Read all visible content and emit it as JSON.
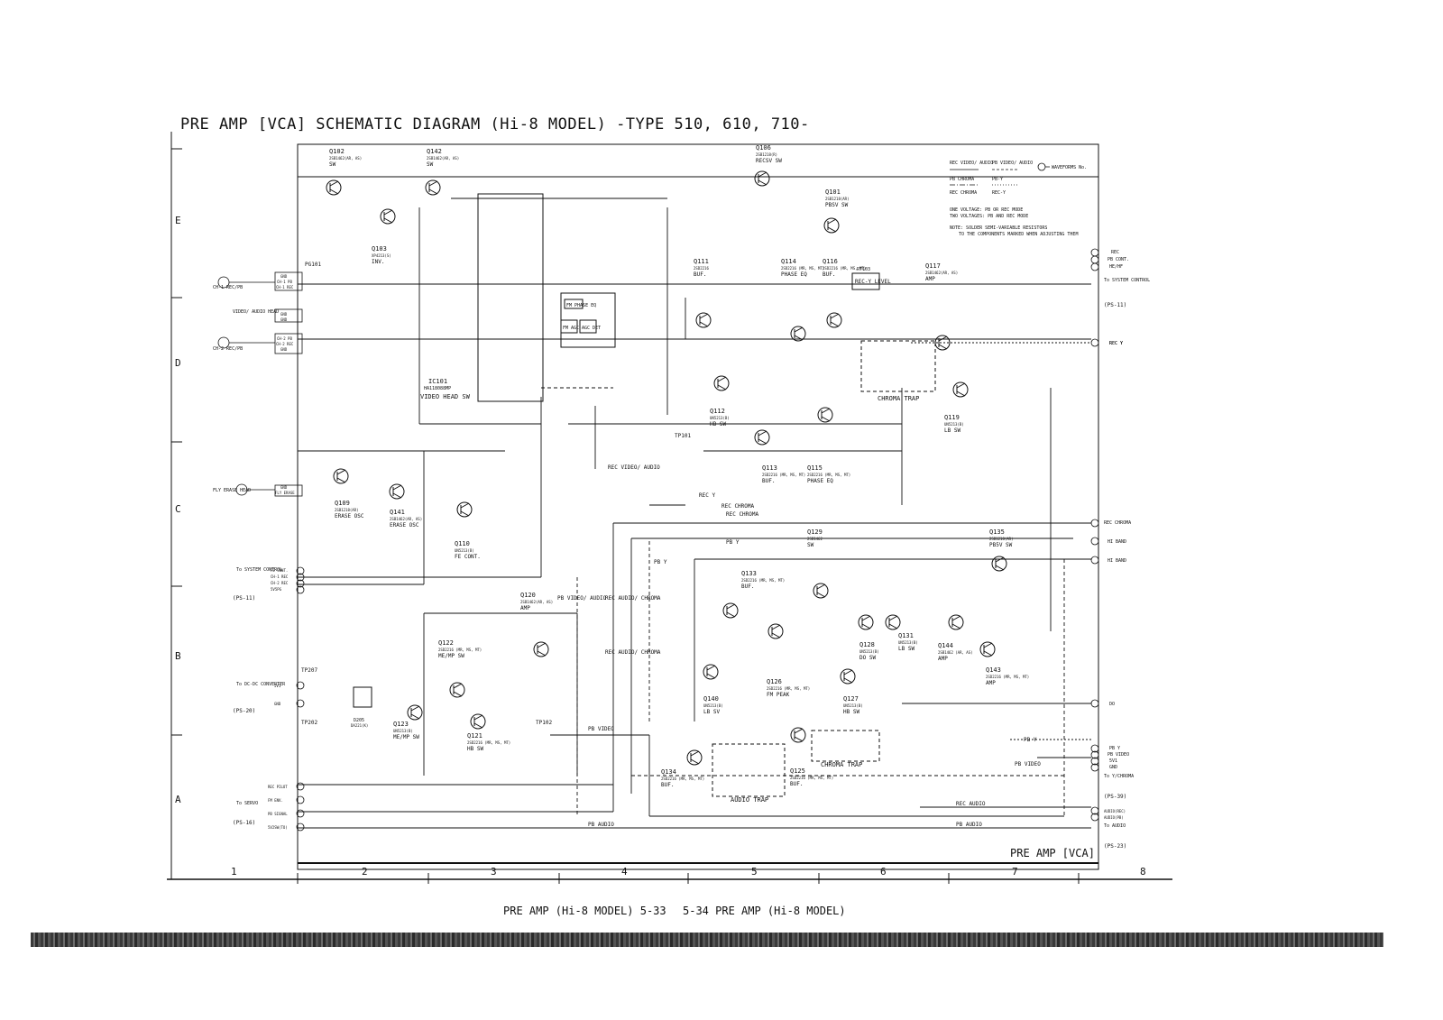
{
  "title": "PRE AMP [VCA] SCHEMATIC DIAGRAM (Hi-8 MODEL) -TYPE 510, 610, 710-",
  "footer": {
    "left": "PRE AMP (Hi-8 MODEL)   5-33",
    "right": "5-34   PRE AMP (Hi-8 MODEL)"
  },
  "board_label": "PRE AMP [VCA]",
  "grid_cols": [
    "1",
    "2",
    "3",
    "4",
    "5",
    "6",
    "7",
    "8"
  ],
  "grid_rows": [
    "E",
    "D",
    "C",
    "B",
    "A"
  ],
  "legend": {
    "rec_video": "REC VIDEO/ AUDIO",
    "pb_video": "PB VIDEO/ AUDIO",
    "pb_chroma": "PB CHROMA",
    "pb_y": "PB-Y",
    "rec_chroma": "REC CHROMA",
    "rec_y": "REC-Y",
    "waveforms": "WAVEFORMS No.",
    "note1": "ONE VOLTAGE: PB OR REC MODE",
    "note2": "TWO VOLTAGES: PB AND REC MODE",
    "note3": "NOTE: SOLDER SEMI-VARIABLE RESISTORS",
    "note4": "TO THE COMPONENTS MARKED WHEN ADJUSTING THEM"
  },
  "transistors": [
    {
      "ref": "Q102",
      "part": "2SB1462(AR, AS)",
      "fn": "SW"
    },
    {
      "ref": "Q142",
      "part": "2SB1462(AR, AS)",
      "fn": "SW"
    },
    {
      "ref": "Q103",
      "part": "XP4213(S)",
      "fn": "INV."
    },
    {
      "ref": "Q106",
      "part": "2SB1218(R)",
      "fn": "RECSV SW"
    },
    {
      "ref": "Q101",
      "part": "2SB1218(AR)",
      "fn": "PBSV SW"
    },
    {
      "ref": "Q111",
      "part": "2SD2216",
      "fn": "BUF."
    },
    {
      "ref": "Q114",
      "part": "2SD2216 (MR, MS, MT)",
      "fn": "PHASE EQ"
    },
    {
      "ref": "Q116",
      "part": "2SD2216 (MR, MS, MT)",
      "fn": "BUF."
    },
    {
      "ref": "Q117",
      "part": "2SB1462(AR, AS)",
      "fn": "AMP"
    },
    {
      "ref": "Q112",
      "part": "UN5213(B)",
      "fn": "HB SW"
    },
    {
      "ref": "Q113",
      "part": "2SD2216 (MR, MS, MT)",
      "fn": "BUF."
    },
    {
      "ref": "Q115",
      "part": "2SD2216 (MR, MS, MT)",
      "fn": "PHASE EQ"
    },
    {
      "ref": "Q119",
      "part": "UN5213(B)",
      "fn": "LB SW"
    },
    {
      "ref": "Q109",
      "part": "2SB1218(AR)",
      "fn": "ERASE OSC"
    },
    {
      "ref": "Q141",
      "part": "2SB1462(AR, AS)",
      "fn": "ERASE OSC"
    },
    {
      "ref": "Q110",
      "part": "UN5213(B)",
      "fn": "FE CONT."
    },
    {
      "ref": "Q120",
      "part": "2SB1462(AR, AS)",
      "fn": "AMP"
    },
    {
      "ref": "Q122",
      "part": "2SD2216 (MR, MS, MT)",
      "fn": "ME/MP SW"
    },
    {
      "ref": "Q123",
      "part": "UN5213(B)",
      "fn": "ME/MP SW"
    },
    {
      "ref": "Q121",
      "part": "2SD2216 (MR, MS, MT)",
      "fn": "HB SW"
    },
    {
      "ref": "Q129",
      "part": "2SB1462",
      "fn": "SW"
    },
    {
      "ref": "Q133",
      "part": "2SD2216 (MR, MS, MT)",
      "fn": "BUF."
    },
    {
      "ref": "Q128",
      "part": "UN5213(B)",
      "fn": "DO SW"
    },
    {
      "ref": "Q131",
      "part": "UN5213(B)",
      "fn": "LB SW"
    },
    {
      "ref": "Q140",
      "part": "UN5213(B)",
      "fn": "LB SV"
    },
    {
      "ref": "Q126",
      "part": "2SD2216 (MR, MS, MT)",
      "fn": "FM PEAK"
    },
    {
      "ref": "Q127",
      "part": "UN5213(B)",
      "fn": "HB SW"
    },
    {
      "ref": "Q135",
      "part": "2SB1218(AR)",
      "fn": "PB5V SW"
    },
    {
      "ref": "Q144",
      "part": "2SB1462 (AR, AS)",
      "fn": "AMP"
    },
    {
      "ref": "Q143",
      "part": "2SD2216 (MR, MS, MT)",
      "fn": "AMP"
    },
    {
      "ref": "Q134",
      "part": "2SD2216 (MR, MS, MT)",
      "fn": "BUF."
    },
    {
      "ref": "Q125",
      "part": "2SD2216 (MR, MS, MT)",
      "fn": "BUF."
    }
  ],
  "ic": {
    "ref": "IC101",
    "part": "HA118088MP",
    "fn": "VIDEO HEAD SW"
  },
  "blocks": {
    "chroma_trap": "CHROMA TRAP",
    "chroma_trap2": "CHROMA TRAP",
    "audio_trap": "AUDIO TRAP",
    "recy_level": "REC-Y LEVEL",
    "rt103": "RT103",
    "fm_phase": "FM PHASE EQ",
    "fm_agc": "FM AGC",
    "agc_det": "AGC DET"
  },
  "left_connectors": {
    "pg101": "PG101",
    "ch1_label": "CH-1 REC/PB",
    "ch1_pins": [
      "GND",
      "CH-1 PB",
      "CH-1 REC"
    ],
    "head_label": "VIDEO/ AUDIO HEAD",
    "head_pins": [
      "GND",
      "GND"
    ],
    "ch2_label": "CH-2 REC/PB",
    "ch2_pins": [
      "CH-2 PB",
      "CH-2 REC",
      "GND"
    ],
    "fly_label": "FLY ERASE HEAD",
    "fly_pins": [
      "GND",
      "FLY ERASE"
    ],
    "sysctl": "To SYSTEM CONTROL",
    "sysctl_pins": [
      "FE CONT.",
      "CH-1 REC",
      "CH-2 REC",
      "5V5PG"
    ],
    "sysctl_ref": "(PS-11)",
    "dcdc": "To DC-DC CONVERTER",
    "dcdc_pins": [
      "5V1",
      "GND"
    ],
    "dcdc_ref": "(PS-20)",
    "servo": "To SERVO",
    "servo_pins": [
      "REC PILOT",
      "FM ENV.",
      "PB SIGNAL",
      "5V2SW(TO)"
    ],
    "servo_ref": "(PS-16)",
    "tp207": "TP207",
    "tp202": "TP202",
    "d205": "D205",
    "d205_part": "DA221(K)"
  },
  "right_connectors": {
    "top": [
      "REC",
      "PB CONT.",
      "HE/HF"
    ],
    "sysctl": "To SYSTEM CONTROL",
    "sysctl_ref": "(PS-11)",
    "pins": [
      "REC Y",
      "REC CHROMA",
      "HI BAND",
      "HI BAND",
      "DO",
      "PB Y",
      "PB VIDEO",
      "5V1",
      "GND"
    ],
    "chroma": "To Y/CHROMA",
    "chroma_ref": "(PS-39)",
    "audio": "To AUDIO",
    "audio_ref": "(PS-23)",
    "audio_pins": [
      "AUDIO(REC)",
      "AUDIO(PB)"
    ]
  },
  "signals": {
    "rec_y": "REC Y",
    "rec_chroma": "REC CHROMA",
    "pb_y": "PB Y",
    "pb_y2": "PB Y",
    "pb_video": "PB VIDEO",
    "pb_video2": "PB VIDEO",
    "pb_audio": "PB AUDIO",
    "pb_audio2": "PB AUDIO",
    "rec_audio": "REC AUDIO",
    "rec_video_audio": "REC VIDEO/ AUDIO",
    "pb_video_audio": "PB VIDEO/ AUDIO",
    "rec_audio_chroma": "REC AUDIO/ CHROMA",
    "rec_audio_chroma2": "REC AUDIO/ CHROMA",
    "tp101": "TP101",
    "tp102": "TP102",
    "rec_y_right": "REC Y",
    "pb_y_right": "PB Y"
  }
}
